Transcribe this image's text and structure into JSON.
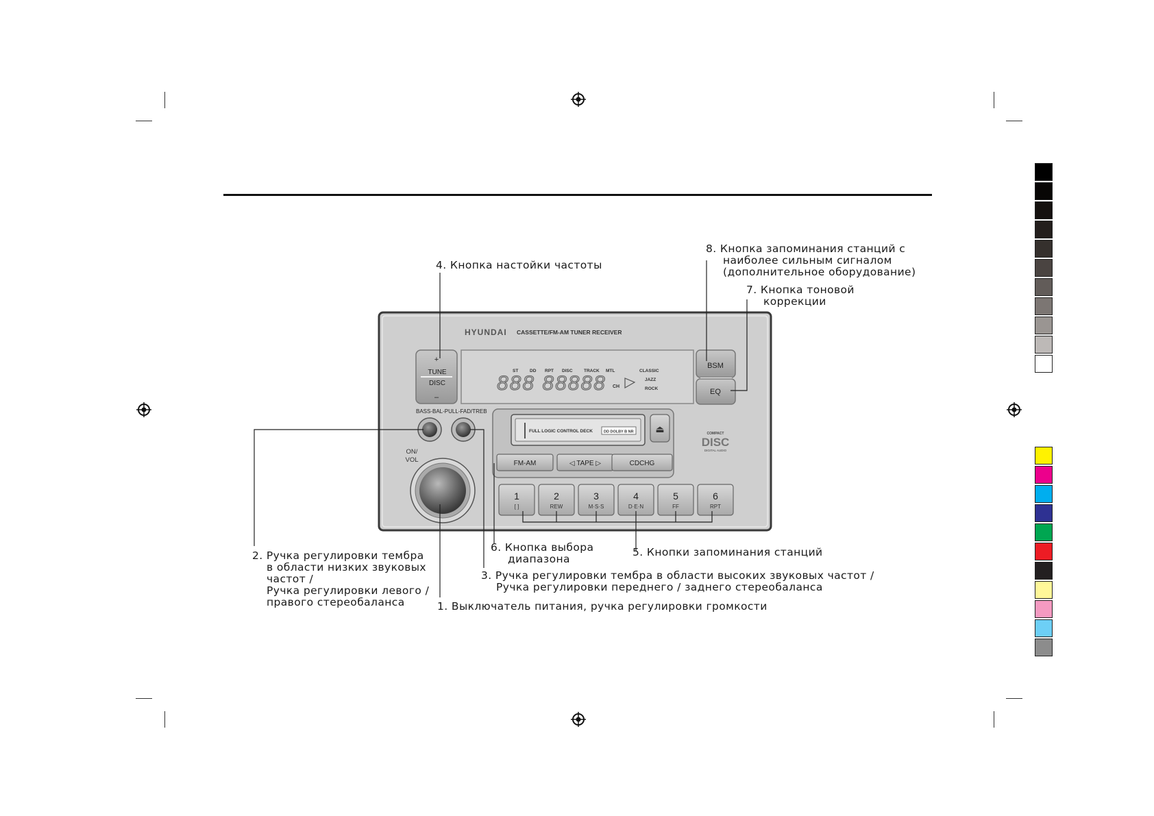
{
  "unit": {
    "brand": "HYUNDAI",
    "model_caption": "CASSETTE/FM-AM TUNER RECEIVER",
    "tune": {
      "plus": "+",
      "label_top": "TUNE",
      "label_bottom": "DISC",
      "minus": "–"
    },
    "bsm_label": "BSM",
    "eq_label": "EQ",
    "display": {
      "indicators": [
        "ST",
        "DD",
        "RPT",
        "DISC",
        "TRACK",
        "MTL"
      ],
      "eq_modes": [
        "CLASSIC",
        "JAZZ",
        "ROCK"
      ],
      "digits": "888 88888",
      "ch_label": "CH"
    },
    "knob_caption": "BASS-BAL-PULL-FAD/TREB",
    "onvol_line1": "ON/",
    "onvol_line2": "VOL",
    "deck_label": "FULL LOGIC CONTROL DECK",
    "dolby_label": "DD DOLBY B NR",
    "eject_symbol": "⏏",
    "cd_logo_top": "COMPACT",
    "cd_logo_main": "DISC",
    "cd_logo_bottom": "DIGITAL AUDIO",
    "mode_buttons": [
      "FM-AM",
      "◁  TAPE  ▷",
      "CDCHG"
    ],
    "presets": [
      {
        "num": "1",
        "sub": "[ ]"
      },
      {
        "num": "2",
        "sub": "REW"
      },
      {
        "num": "3",
        "sub": "M·S·S"
      },
      {
        "num": "4",
        "sub": "D·E·N"
      },
      {
        "num": "5",
        "sub": "FF"
      },
      {
        "num": "6",
        "sub": "RPT"
      }
    ]
  },
  "callouts": {
    "c8": [
      "8. Кнопка запоминания станций с",
      "наиболее сильным сигналом",
      "(дополнительное оборудование)"
    ],
    "c4": [
      "4. Кнопка настойки частоты"
    ],
    "c7": [
      "7. Кнопка тоновой",
      "коррекции"
    ],
    "c2": [
      "2. Ручка регулировки тембра",
      "в области низких звуковых",
      "частот /",
      "Ручка регулировки левого /",
      "правого стереобаланса"
    ],
    "c6": [
      "6. Кнопка выбора",
      "диапазона"
    ],
    "c5": [
      "5. Кнопки запоминания станций"
    ],
    "c3": [
      "3. Ручка регулировки тембра в области высоких звуковых частот /",
      "Ручка регулировки переднего / заднего стереобаланса"
    ],
    "c1": [
      "1. Выключатель питания, ручка регулировки громкости"
    ]
  },
  "colors": {
    "grayscale_bar": [
      "#000000",
      "#080605",
      "#15110f",
      "#231e1c",
      "#35302d",
      "#4a4441",
      "#625c59",
      "#7c7673",
      "#9a9592",
      "#bdb9b7",
      "#ffffff"
    ],
    "color_bar": [
      "#fff200",
      "#ec008c",
      "#00aeef",
      "#2e3192",
      "#00a651",
      "#ed1c24",
      "#231f20",
      "#fff799",
      "#f49ac1",
      "#6dcff6",
      "#8c8c8c"
    ]
  }
}
